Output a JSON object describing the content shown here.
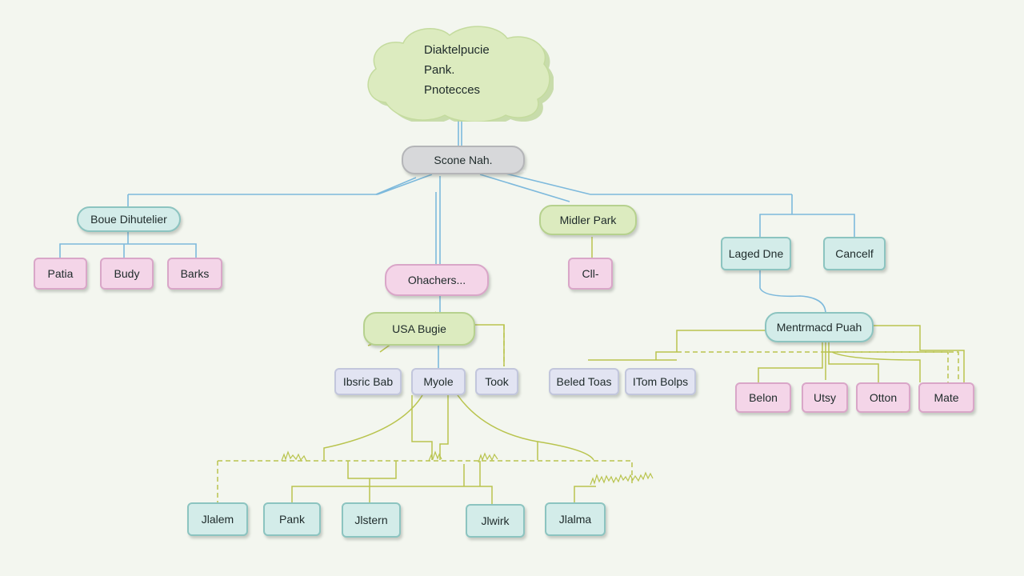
{
  "root": {
    "lines": [
      "Diaktelpucie",
      "Pank.",
      "Pnotecces"
    ]
  },
  "hub": {
    "label": "Scone Nah."
  },
  "left_branch": {
    "label": "Boue Dihutelier",
    "children": [
      "Patia",
      "Budy",
      "Barks"
    ]
  },
  "center_branch": {
    "top_label": "Ohachers...",
    "mid_label": "USA Bugie",
    "children": [
      "Ibsric Bab",
      "Myole",
      "Took"
    ],
    "leaves": [
      "Jlalem",
      "Pank",
      "Jlstern",
      "Jlwirk",
      "Jlalma"
    ]
  },
  "mid_branch": {
    "label": "Midler Park",
    "children": [
      "Cll-"
    ],
    "lower": [
      "Beled Toas",
      "ITom Bolps"
    ]
  },
  "right_branch": {
    "boxes": [
      "Laged Dne",
      "Cancelf"
    ],
    "label": "Mentrmacd Puah",
    "children": [
      "Belon",
      "Utsy",
      "Otton",
      "Mate"
    ]
  },
  "colors": {
    "background": "#f3f6ef",
    "blue_line": "#7db9dc",
    "green_line": "#b9c44e",
    "teal": "#d3ece9",
    "pink": "#f4d5e8",
    "green": "#dcebbf",
    "grey": "#d7d8da",
    "lavender": "#e2e4f2"
  }
}
